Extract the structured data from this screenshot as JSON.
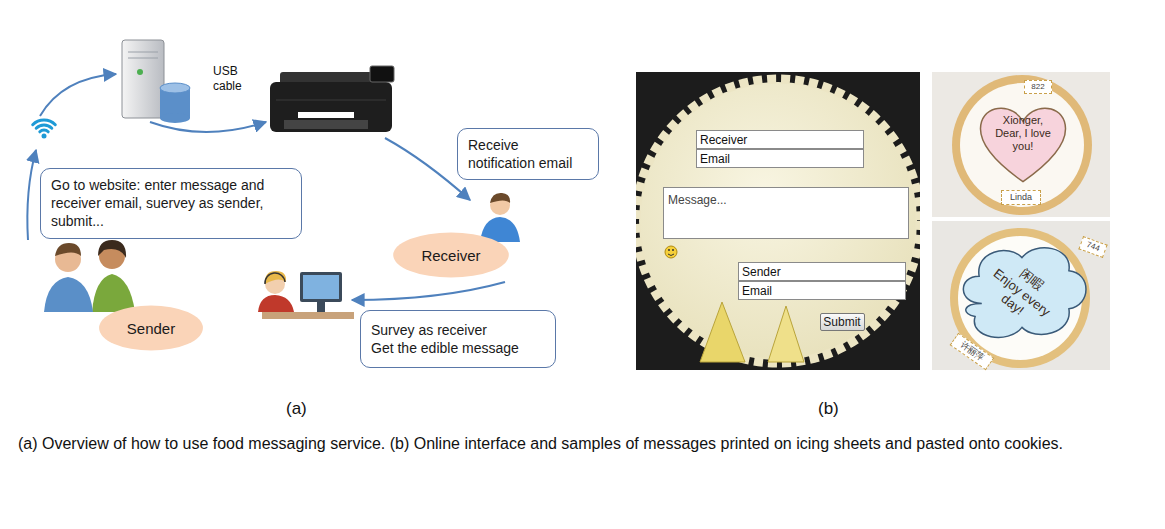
{
  "diagram": {
    "caption": "(a) Overview of how to use food messaging service. (b) Online interface and samples of messages printed on icing sheets and pasted onto cookies.",
    "nodes": [
      {
        "text": [
          "Go to website: enter message and receiver email, suervey as sender, submit..."
        ]
      },
      {
        "text": [
          "Sender"
        ]
      },
      {
        "text": [
          "Receive notification email"
        ]
      },
      {
        "text": [
          "Receiver"
        ]
      },
      {
        "text": [
          "Survey as receiver",
          "Get the edible message"
        ]
      },
      {
        "text": [
          "Receiver"
        ]
      },
      {
        "text": [
          "Email"
        ]
      },
      {
        "text": [
          "Message..."
        ]
      },
      {
        "text": [
          "Sender"
        ]
      },
      {
        "text": [
          "Email"
        ]
      },
      {
        "text": [
          "Submit"
        ]
      },
      {
        "text": [
          "822"
        ]
      },
      {
        "text": [
          "Xionger, Dear, I love you!"
        ]
      },
      {
        "text": [
          "Linda"
        ]
      },
      {
        "text": [
          "744"
        ]
      },
      {
        "text": [
          "闲暇",
          "Enjoy every day!"
        ]
      },
      {
        "text": [
          "许丽萍"
        ]
      }
    ],
    "labels": [
      "USB cable",
      "(a)",
      "(b)"
    ]
  }
}
